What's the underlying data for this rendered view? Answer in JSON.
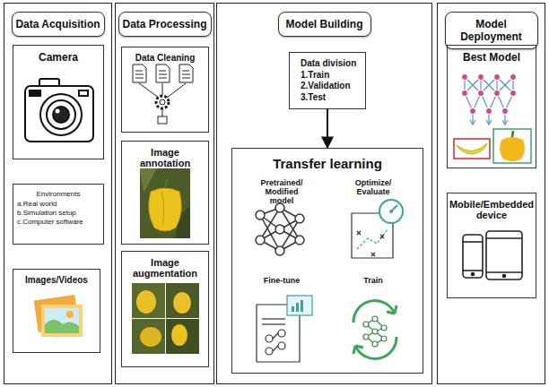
{
  "diagram": {
    "nodes": [
      {
        "text": [
          "Data Acquisition"
        ]
      },
      {
        "text": [
          "Camera"
        ],
        "in": 0
      },
      {
        "text": [
          "Environments",
          "a.Real world",
          "b.Simulation setup",
          "c.Computer software"
        ],
        "in": 0
      },
      {
        "text": [
          "Images/Videos"
        ],
        "in": 0
      },
      {
        "text": [
          "Data Processing"
        ]
      },
      {
        "text": [
          "Data Cleaning"
        ],
        "in": 4
      },
      {
        "text": [
          "Image annotation"
        ],
        "in": 4
      },
      {
        "text": [
          "Image augmentation"
        ],
        "in": 4
      },
      {
        "text": [
          "Model Building"
        ]
      },
      {
        "text": [
          "Data division",
          "1.Train",
          "2.Validation",
          "3.Test"
        ],
        "in": 8
      },
      {
        "text": [
          "Transfer learning"
        ],
        "in": 8
      },
      {
        "text": [
          "Pretrained/ Modified model"
        ],
        "in": 10
      },
      {
        "text": [
          "Optimize/ Evaluate"
        ],
        "in": 10
      },
      {
        "text": [
          "Fine-tune"
        ],
        "in": 10
      },
      {
        "text": [
          "Train"
        ],
        "in": 10
      },
      {
        "text": [
          "Model Deployment"
        ]
      },
      {
        "text": [
          "Best Model"
        ],
        "in": 15
      },
      {
        "text": [
          "Mobile/Embedded device"
        ],
        "in": 15
      }
    ],
    "edges": [
      {
        "from": 9,
        "to": 10,
        "arrow": "to"
      }
    ]
  }
}
